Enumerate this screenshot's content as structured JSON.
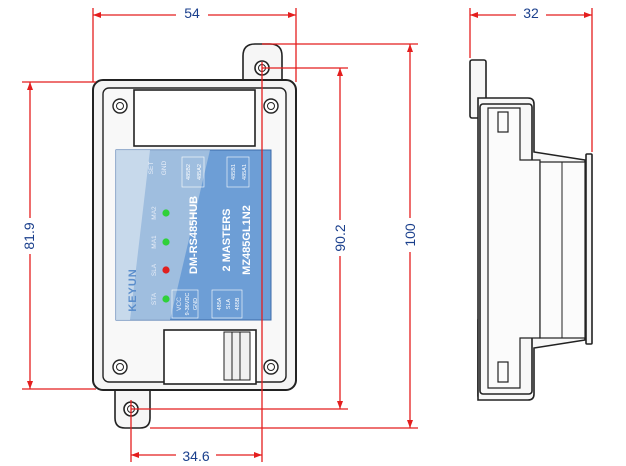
{
  "dimensions": {
    "width_front": "54",
    "width_side": "32",
    "height_body": "81.9",
    "height_mount": "90.2",
    "height_total": "100",
    "hole_offset": "34.6"
  },
  "device": {
    "brand": "KEYUN",
    "model": "DM-RS485HUB",
    "masters": "2 MASTERS",
    "part_number": "MZ485GL1N2",
    "leds": [
      {
        "label": "MA2",
        "color": "#2fd13a"
      },
      {
        "label": "MA1",
        "color": "#2fd13a"
      },
      {
        "label": "SLA",
        "color": "#e02020"
      },
      {
        "label": "STA",
        "color": "#2fd13a"
      }
    ],
    "terminals_top_left": [
      "SET",
      "GND"
    ],
    "terminals_top_mid": [
      "485B2",
      "485A2"
    ],
    "terminals_top_right": [
      "485B1",
      "485A1"
    ],
    "terminals_bottom_left": [
      "VCC",
      "GND"
    ],
    "power_range": "9-36VDC",
    "terminals_bottom_right": [
      "485A",
      "485B"
    ],
    "slave_label": "SLA"
  },
  "colors": {
    "dimension_line": "#e41e1e",
    "dimension_text": "#1a3f8c",
    "label_panel": "#6d9ed6",
    "outline": "#222222"
  }
}
